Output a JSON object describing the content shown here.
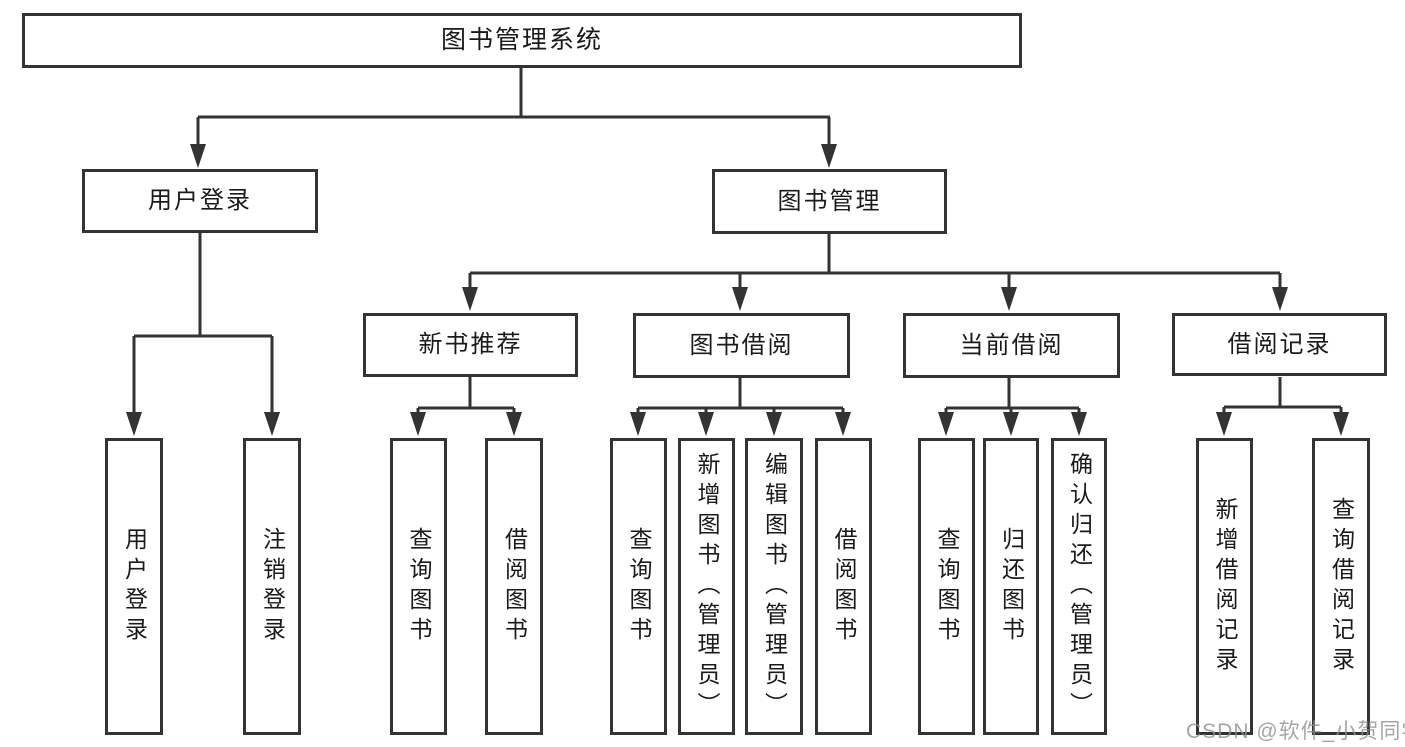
{
  "colors": {
    "line": "#333333",
    "box_border": "#333333",
    "box_fill": "#ffffff",
    "text": "#1a1a1a",
    "watermark": "#8f8f8f"
  },
  "watermark": {
    "text": "CSDN @软件_小贺同学"
  },
  "tree": {
    "root": {
      "label": "图书管理系统",
      "children": [
        {
          "label": "用户登录",
          "children": [
            {
              "label": "用户登录"
            },
            {
              "label": "注销登录"
            }
          ]
        },
        {
          "label": "图书管理",
          "children": [
            {
              "label": "新书推荐",
              "children": [
                {
                  "label": "查询图书"
                },
                {
                  "label": "借阅图书"
                }
              ]
            },
            {
              "label": "图书借阅",
              "children": [
                {
                  "label": "查询图书"
                },
                {
                  "label": "新增图书（管理员）"
                },
                {
                  "label": "编辑图书（管理员）"
                },
                {
                  "label": "借阅图书"
                }
              ]
            },
            {
              "label": "当前借阅",
              "children": [
                {
                  "label": "查询图书"
                },
                {
                  "label": "归还图书"
                },
                {
                  "label": "确认归还（管理员）"
                }
              ]
            },
            {
              "label": "借阅记录",
              "children": [
                {
                  "label": "新增借阅记录"
                },
                {
                  "label": "查询借阅记录"
                }
              ]
            }
          ]
        }
      ]
    }
  }
}
